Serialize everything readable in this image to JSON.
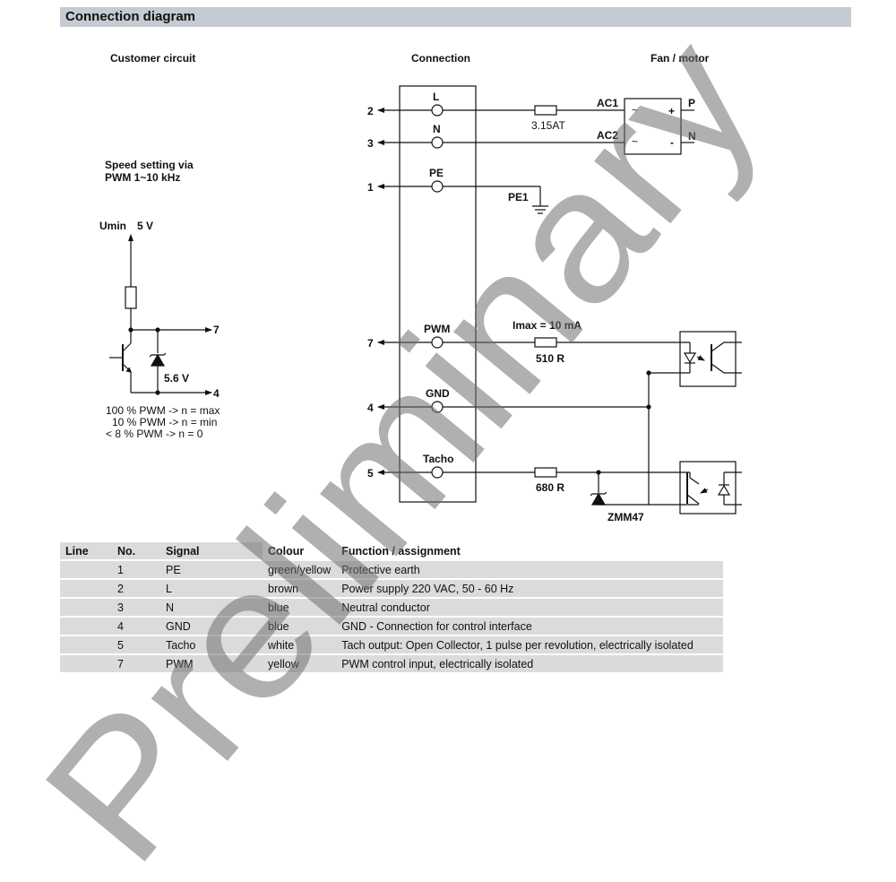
{
  "section_title": "Connection diagram",
  "columns": {
    "customer": "Customer circuit",
    "connection": "Connection",
    "fan": "Fan / motor"
  },
  "customer_circuit": {
    "speed_line1": "Speed setting via",
    "speed_line2": "PWM 1~10 kHz",
    "umin": "Umin",
    "voltage": "5 V",
    "zener": "5.6 V",
    "out7": "7",
    "out4": "4",
    "rules": [
      "100 % PWM -> n = max",
      "10 % PWM -> n = min",
      "< 8 % PWM -> n = 0"
    ]
  },
  "terminals": [
    {
      "num": "2",
      "name": "L"
    },
    {
      "num": "3",
      "name": "N"
    },
    {
      "num": "1",
      "name": "PE"
    },
    {
      "num": "7",
      "name": "PWM"
    },
    {
      "num": "4",
      "name": "GND"
    },
    {
      "num": "5",
      "name": "Tacho"
    }
  ],
  "components": {
    "fuse": "3.15AT",
    "ac1": "AC1",
    "ac2": "AC2",
    "pe1": "PE1",
    "p": "P",
    "n": "N",
    "tilde1": "~",
    "tilde2": "~",
    "plus": "+",
    "minus": "-",
    "imax": "Imax = 10 mA",
    "r_pwm": "510 R",
    "r_tacho": "680 R",
    "zener_tacho": "ZMM47"
  },
  "table": {
    "headers": [
      "Line",
      "No.",
      "Signal",
      "Colour",
      "Function / assignment"
    ],
    "rows": [
      {
        "line": "",
        "no": "1",
        "signal": "PE",
        "colour": "green/yellow",
        "function": "Protective earth"
      },
      {
        "line": "",
        "no": "2",
        "signal": "L",
        "colour": "brown",
        "function": "Power supply 220 VAC, 50 - 60 Hz"
      },
      {
        "line": "",
        "no": "3",
        "signal": "N",
        "colour": "blue",
        "function": "Neutral conductor"
      },
      {
        "line": "",
        "no": "4",
        "signal": "GND",
        "colour": "blue",
        "function": "GND - Connection for control interface"
      },
      {
        "line": "",
        "no": "5",
        "signal": "Tacho",
        "colour": "white",
        "function": "Tach output: Open Collector, 1 pulse per revolution, electrically isolated"
      },
      {
        "line": "",
        "no": "7",
        "signal": "PWM",
        "colour": "yellow",
        "function": "PWM control input, electrically isolated"
      }
    ]
  },
  "watermark": "Preliminary"
}
